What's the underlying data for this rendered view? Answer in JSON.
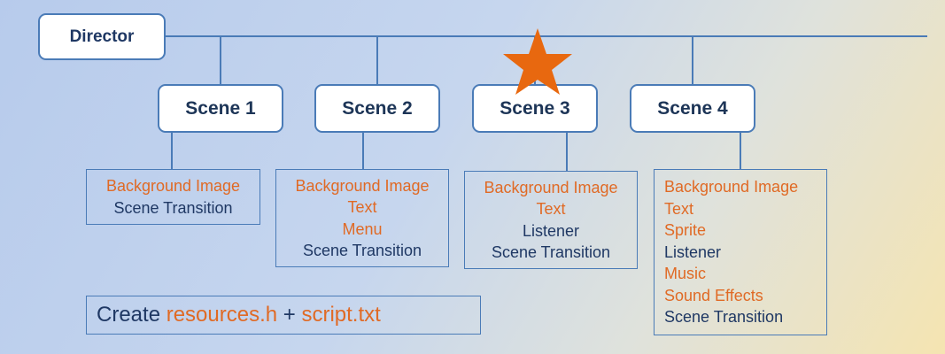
{
  "director": {
    "label": "Director"
  },
  "scenes": [
    {
      "label": "Scene 1"
    },
    {
      "label": "Scene 2"
    },
    {
      "label": "Scene 3"
    },
    {
      "label": "Scene 4"
    }
  ],
  "resources": [
    {
      "items": [
        {
          "text": "Background Image",
          "color": "#e06a25"
        },
        {
          "text": "Scene Transition",
          "color": "#1f3864"
        }
      ]
    },
    {
      "items": [
        {
          "text": "Background Image",
          "color": "#e06a25"
        },
        {
          "text": "Text",
          "color": "#e06a25"
        },
        {
          "text": "Menu",
          "color": "#e06a25"
        },
        {
          "text": "Scene Transition",
          "color": "#1f3864"
        }
      ]
    },
    {
      "items": [
        {
          "text": "Background Image",
          "color": "#e06a25"
        },
        {
          "text": "Text",
          "color": "#e06a25"
        },
        {
          "text": "Listener",
          "color": "#1f3864"
        },
        {
          "text": "Scene Transition",
          "color": "#1f3864"
        }
      ]
    },
    {
      "items": [
        {
          "text": "Background Image",
          "color": "#e06a25"
        },
        {
          "text": "Text",
          "color": "#e06a25"
        },
        {
          "text": "Sprite",
          "color": "#e06a25"
        },
        {
          "text": "Listener",
          "color": "#1f3864"
        },
        {
          "text": "Music",
          "color": "#e06a25"
        },
        {
          "text": "Sound Effects",
          "color": "#e06a25"
        },
        {
          "text": "Scene Transition",
          "color": "#1f3864"
        }
      ]
    }
  ],
  "note": {
    "prefix": "Create ",
    "file1": "resources.h",
    "joiner": " + ",
    "file2": "script.txt"
  },
  "highlight": {
    "scene": "Scene 3",
    "icon": "star-icon",
    "color": "#e8680f"
  },
  "colors": {
    "accent": "#e06a25",
    "text": "#1f3864",
    "border": "#4a7bb7"
  }
}
